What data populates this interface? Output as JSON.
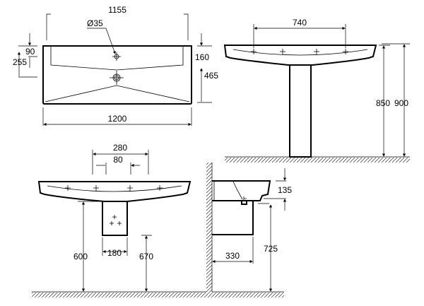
{
  "top_view": {
    "width_overall": "1200",
    "tap_span": "1155",
    "tap_hole": "Ø35",
    "dim_90": "90",
    "dim_255": "255",
    "dim_160": "160",
    "dim_465": "465"
  },
  "pedestal_view": {
    "tap_spacing": "740",
    "height_850": "850",
    "height_900": "900"
  },
  "semi_pedestal_view": {
    "dim_280": "280",
    "dim_80": "80",
    "dim_180": "180",
    "height_600": "600",
    "height_670": "670"
  },
  "side_view": {
    "dim_135": "135",
    "depth_330": "330",
    "height_725": "725"
  }
}
